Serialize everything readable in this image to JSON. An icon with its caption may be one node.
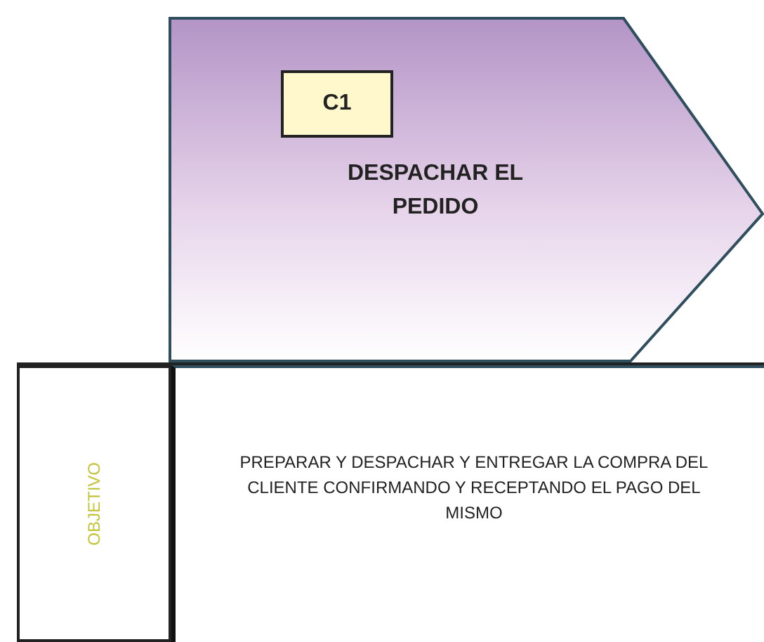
{
  "diagram": {
    "nodes": [
      {
        "text": [
          "DESPACHAR EL PEDIDO"
        ]
      },
      {
        "text": [
          "C1"
        ],
        "in": 0
      },
      {
        "text": [
          "OBJETIVO"
        ]
      },
      {
        "text": [
          "PREPARAR Y DESPACHAR Y ENTREGAR LA COMPRA DEL CLIENTE CONFIRMANDO Y RECEPTANDO EL PAGO DEL MISMO"
        ]
      }
    ]
  }
}
